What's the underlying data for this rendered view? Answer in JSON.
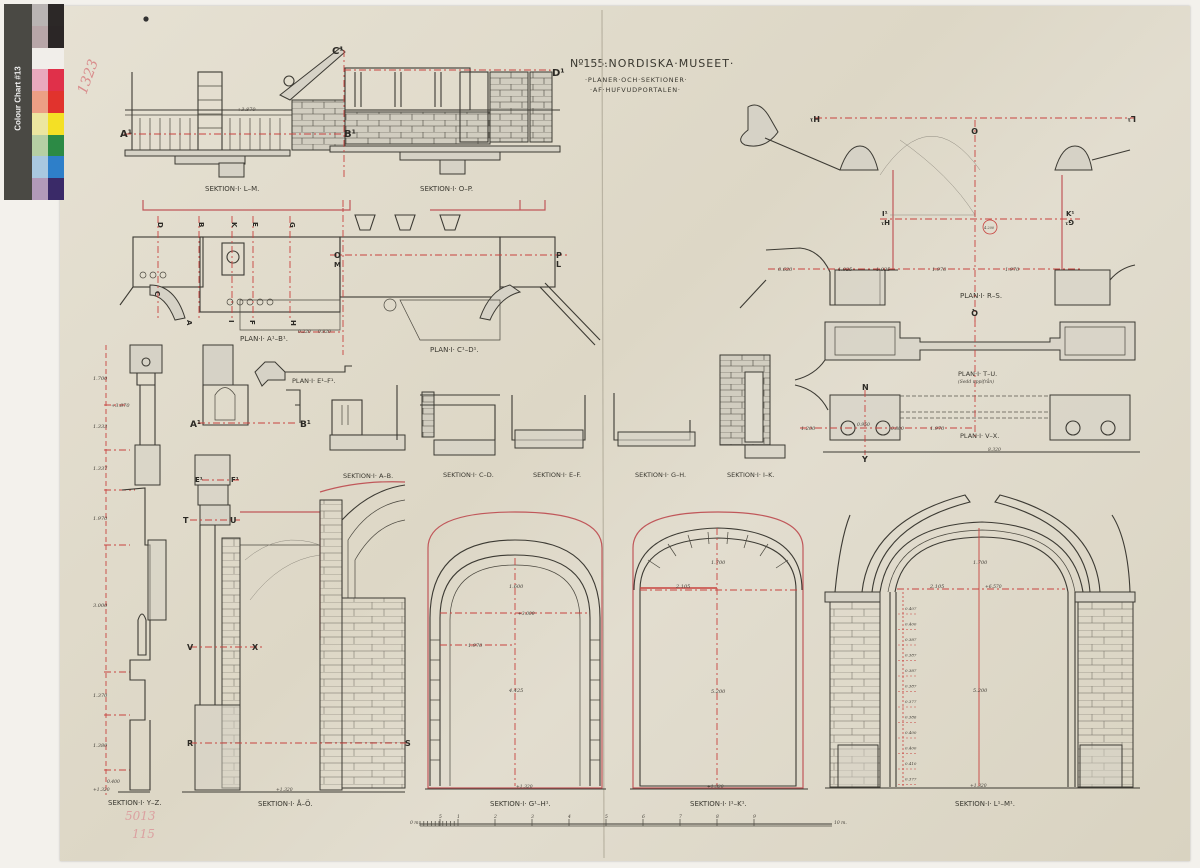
{
  "title": {
    "number": "Nº155.",
    "museum": "·NORDISKA·MUSEET·",
    "subtitle_1": "·PLANER·OCH·SEKTIONER·",
    "subtitle_2": "·AF·HUFVUDPORTALEN·"
  },
  "colour_chart": {
    "label": "Colour Chart #13",
    "swatches": [
      "#b9b4b3",
      "#2c2827",
      "#b8a6a8",
      "#2b2626",
      "#f1eeea",
      "#f1eeea",
      "#e9a9bd",
      "#e0304a",
      "#ec9f85",
      "#e1332d",
      "#ece6a0",
      "#f4e025",
      "#b6cfa4",
      "#2c8a45",
      "#a9c8e0",
      "#2e7fc9",
      "#b29ab9",
      "#3a2a68"
    ]
  },
  "archive_note": "1323",
  "archive_note_bottom": [
    "5013",
    "115"
  ],
  "sections": {
    "lm": "SEKTION·I· L–M.",
    "op": "SEKTION·I· O–P.",
    "ab": "SEKTION·I· A–B.",
    "cd": "SEKTION·I· C–D.",
    "ef": "SEKTION·I· E–F.",
    "gh": "SEKTION·I· G–H.",
    "ik": "SEKTION·I· I–K.",
    "yz": "SEKTION·I· Y–Z.",
    "ao": "SEKTION·I· Å–Ö.",
    "g1h1": "SEKTION·I· G¹–H¹.",
    "i1k1": "SEKTION·I· I¹–K¹.",
    "l1m1": "SEKTION·I· L¹–M¹."
  },
  "plans": {
    "a1b1": "PLAN·I· A¹–B¹.",
    "c1d1": "PLAN·I· C¹–D¹.",
    "e1f1": "PLAN·I· E¹–F¹.",
    "rs": "PLAN·I· R–S.",
    "tu": "PLAN·I· T–U.",
    "tu_note": "(Sedd uppifrån)",
    "vx": "PLAN·I· V–X."
  },
  "markers": {
    "A1": "A¹",
    "B1": "B¹",
    "C1": "C¹",
    "D1": "D¹",
    "E1": "E¹",
    "F1": "F¹",
    "H1": "H¹",
    "I1": "I¹",
    "K1": "K¹",
    "G1": "G¹",
    "L1": "L¹",
    "O": "O",
    "Q": "Q",
    "D": "D",
    "B": "B",
    "K": "K",
    "E": "E",
    "G": "G",
    "C": "C",
    "A": "A",
    "I": "I",
    "F": "F",
    "H": "H",
    "P": "P",
    "L": "L",
    "M": "M",
    "T": "T",
    "U": "U",
    "V": "V",
    "X": "X",
    "R": "R",
    "S": "S",
    "N": "N",
    "Y": "Y"
  },
  "dimensions": {
    "plan_rs": [
      "0.620",
      "1.025",
      "1.025",
      "1.970",
      "1.970"
    ],
    "plan_vx": [
      "1.200",
      "0.950",
      "0.800",
      "1.970"
    ],
    "plan_vx_total": "8.320",
    "plan_circle": "4.200",
    "plan_a1b1": [
      "0.220",
      "0.820"
    ],
    "yz_heights": [
      "1.700",
      "1.333",
      "1.337",
      "1.970",
      "3.000",
      "1.370",
      "1.380",
      "0.400"
    ],
    "yz_level": "+3.870",
    "yz_base": "+1.320",
    "lm_level": "+3.870",
    "ao_base": "+1.320",
    "g1h1": [
      "1.600",
      "1.970",
      "4.425"
    ],
    "g1h1_spring": "+3.000",
    "g1h1_base": "+1.320",
    "i1k1": [
      "1.700",
      "2.105",
      "5.200"
    ],
    "i1k1_base": "+1.320",
    "l1m1": [
      "1.700",
      "2.105",
      "5.200"
    ],
    "l1m1_spring": "+6.570",
    "l1m1_courses": [
      "0.407",
      "0.400",
      "0.387",
      "0.387",
      "0.387",
      "0.387",
      "0.377",
      "0.386",
      "0.400",
      "0.400",
      "0.410",
      "0.377"
    ],
    "l1m1_base": "+1.320"
  },
  "scale_bar": {
    "start": "0 m.",
    "end": "10 m.",
    "ticks": [
      "5",
      "1",
      "2",
      "3",
      "4",
      "5",
      "6",
      "7",
      "8",
      "9"
    ]
  },
  "palette": {
    "paper": "#e2ddcf",
    "ink": "#3c3a33",
    "red_construction": "#c8433f"
  }
}
